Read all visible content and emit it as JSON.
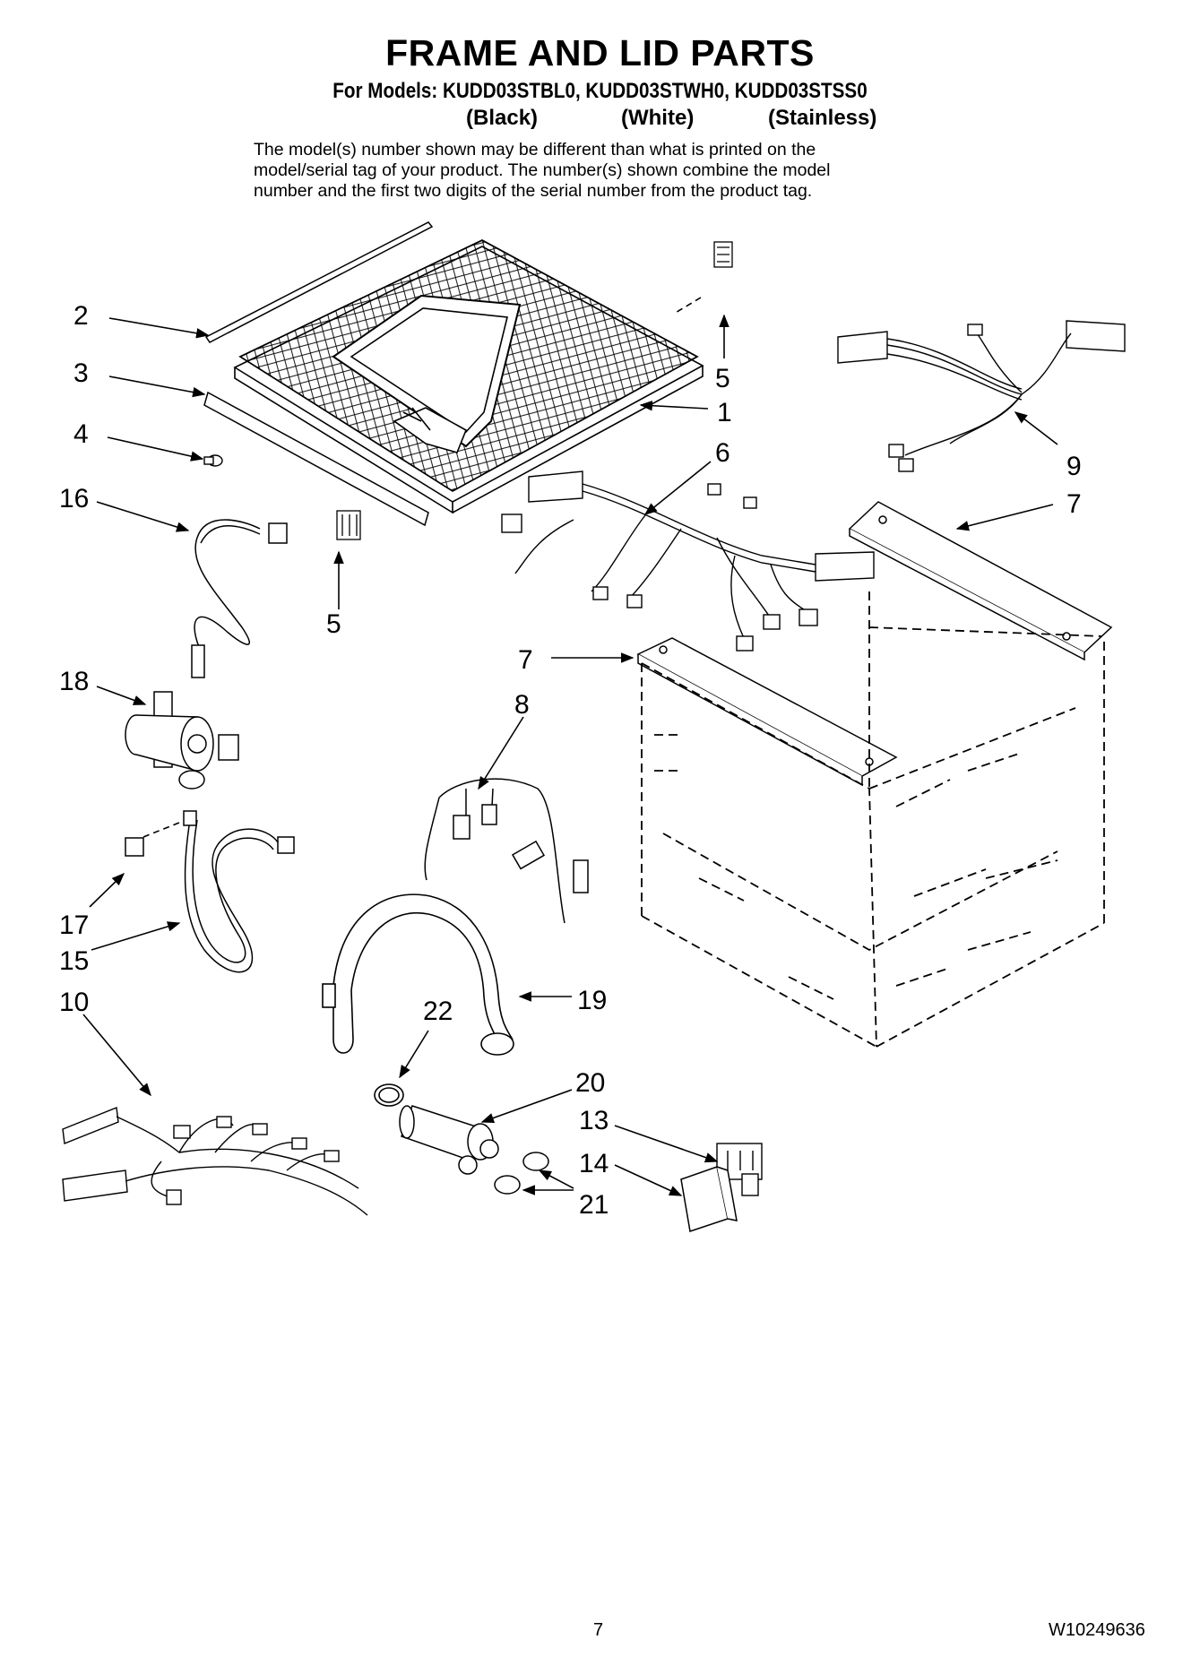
{
  "header": {
    "title": "FRAME AND LID PARTS",
    "models_line": "For Models: KUDD03STBL0, KUDD03STWH0, KUDD03STSS0",
    "variants": [
      "(Black)",
      "(White)",
      "(Stainless)"
    ]
  },
  "note": [
    "The model(s) number shown may be different than what is printed on the",
    "model/serial tag of your product. The number(s) shown combine the model",
    "number and the first two digits of the serial number from the product tag."
  ],
  "callouts": [
    "2",
    "3",
    "4",
    "16",
    "5",
    "5",
    "1",
    "6",
    "9",
    "7",
    "7",
    "8",
    "18",
    "17",
    "15",
    "10",
    "22",
    "19",
    "20",
    "13",
    "14",
    "21"
  ],
  "footer": {
    "page_number": "7",
    "doc_number": "W10249636"
  },
  "colors": {
    "ink": "#000000",
    "paper": "#ffffff"
  }
}
